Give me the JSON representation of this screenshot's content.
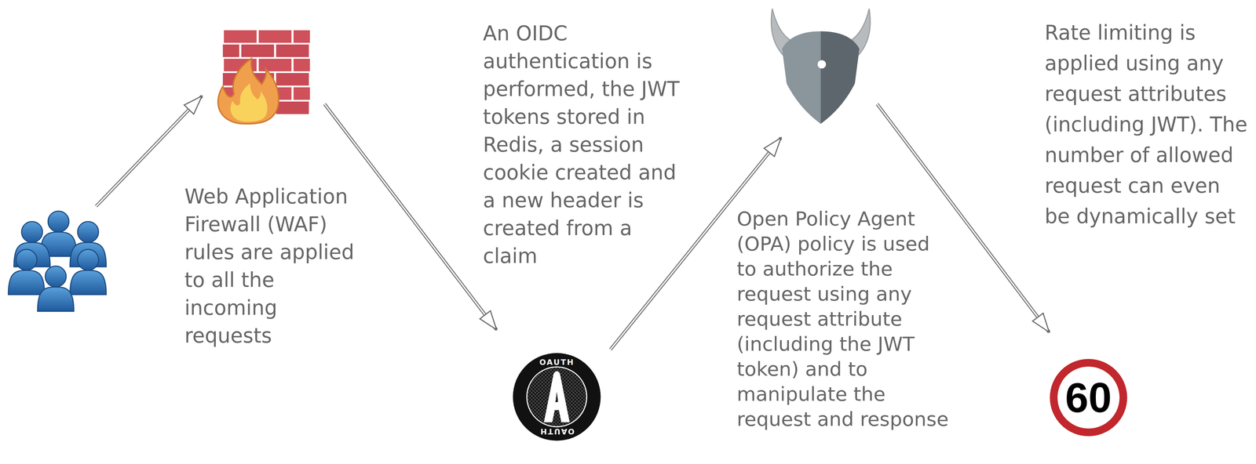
{
  "diagram": {
    "nodes": [
      {
        "text": [
          "OAUTH",
          "OAUTH"
        ]
      },
      {
        "text": [
          "60"
        ]
      }
    ],
    "labels": [
      "Web Application Firewall (WAF) rules are applied to all the incoming requests",
      "An OIDC authentication is performed, the JWT tokens stored in Redis, a session cookie created and a new header is created from a claim",
      "Open Policy Agent (OPA) policy is used to authorize the request using any request attribute (including the JWT token) and to manipulate the request and response",
      "Rate limiting is applied using any request attributes (including JWT). The number of allowed request can even be dynamically set"
    ]
  }
}
